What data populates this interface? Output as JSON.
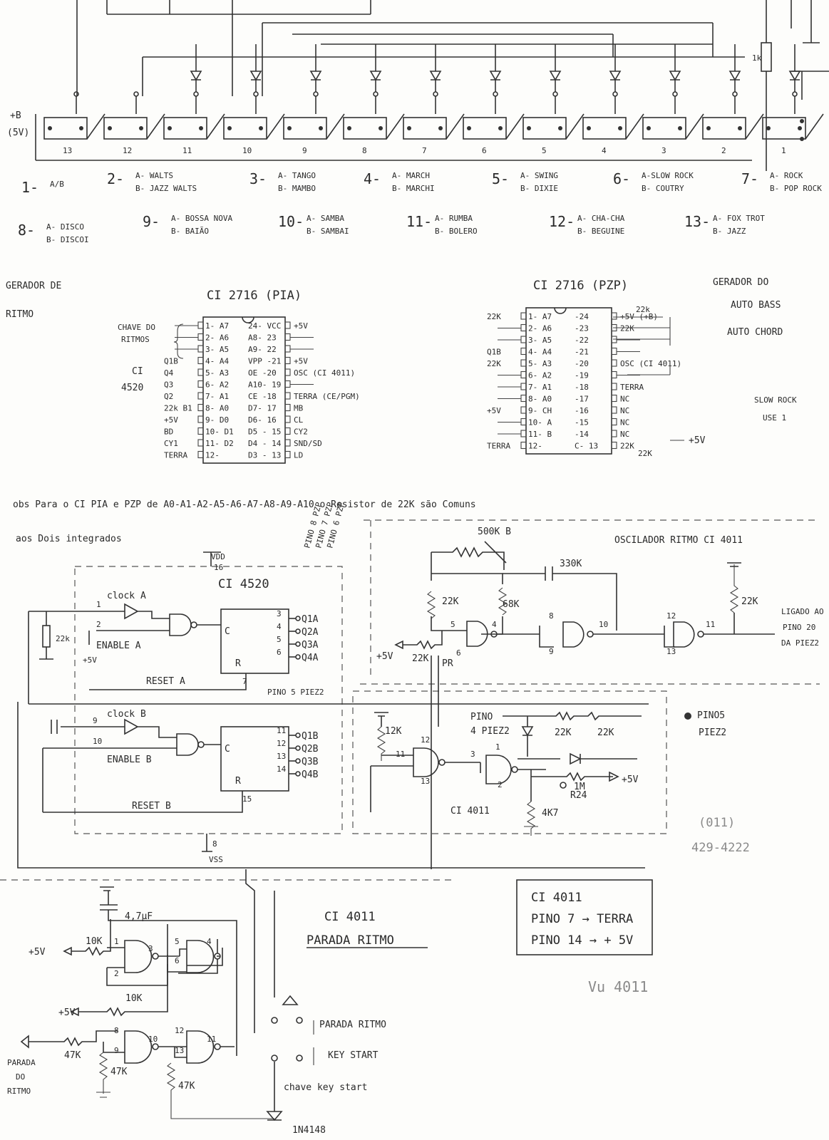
{
  "top_switch_bank": {
    "supply_label": "+B",
    "supply_voltage": "(5V)",
    "switch_numbers": [
      "13",
      "12",
      "11",
      "10",
      "9",
      "8",
      "7",
      "6",
      "5",
      "4",
      "3",
      "2",
      "1"
    ],
    "top_pot_label": "1k"
  },
  "rhythm_list": [
    {
      "num": "1-",
      "a": "A/B",
      "b": ""
    },
    {
      "num": "2-",
      "a": "A- WALTS",
      "b": "B- JAZZ WALTS"
    },
    {
      "num": "3-",
      "a": "A- TANGO",
      "b": "B- MAMBO"
    },
    {
      "num": "4-",
      "a": "A- MARCH",
      "b": "B- MARCHI"
    },
    {
      "num": "5-",
      "a": "A- SWING",
      "b": "B- DIXIE"
    },
    {
      "num": "6-",
      "a": "A-SLOW ROCK",
      "b": "B- COUTRY"
    },
    {
      "num": "7-",
      "a": "A- ROCK",
      "b": "B- POP ROCK"
    },
    {
      "num": "8-",
      "a": "A- DISCO",
      "b": "B- DISCOI"
    },
    {
      "num": "9-",
      "a": "A- BOSSA NOVA",
      "b": "B- BAIÃO"
    },
    {
      "num": "10-",
      "a": "A- SAMBA",
      "b": "B- SAMBAI"
    },
    {
      "num": "11-",
      "a": "A- RUMBA",
      "b": "B- BOLERO"
    },
    {
      "num": "12-",
      "a": "A- CHA-CHA",
      "b": "B- BEGUINE"
    },
    {
      "num": "13-",
      "a": "A- FOX TROT",
      "b": "B- JAZZ"
    }
  ],
  "left_title": [
    "GERADOR DE",
    "RITMO"
  ],
  "right_title": [
    "GERADOR DO",
    "AUTO BASS",
    "AUTO CHORD"
  ],
  "slow_rock_note": [
    "SLOW ROCK",
    "USE 1"
  ],
  "pia": {
    "title": "CI 2716 (PIA)",
    "left_note": [
      "CHAVE DO",
      "RITMOS"
    ],
    "left_ci": [
      "CI",
      "4520"
    ],
    "left_pins": [
      "1- A7",
      "2- A6",
      "3- A5",
      "4- A4",
      "5- A3",
      "6- A2",
      "7- A1",
      "8- A0",
      "9- D0",
      "10- D1",
      "11- D2",
      "12-"
    ],
    "right_pins": [
      "24- VCC",
      "A8- 23",
      "A9- 22",
      "VPP -21",
      "OE -20",
      "A10- 19",
      "CE -18",
      "D7- 17",
      "D6- 16",
      "D5 - 15",
      "D4 - 14",
      "D3 - 13"
    ],
    "left_signals": [
      "",
      "",
      "",
      "Q1B",
      "Q4",
      "Q3",
      "Q2",
      "22k B1",
      "+5V",
      "BD",
      "CY1",
      "TERRA"
    ],
    "right_signals": [
      "+5V",
      "",
      "",
      "+5V",
      "OSC (CI 4011)",
      "",
      "TERRA (CE/PGM)",
      "MB",
      "CL",
      "CY2",
      "SND/SD",
      "LD"
    ]
  },
  "pzp": {
    "title": "CI 2716 (PZP)",
    "left_pins": [
      "1- A7",
      "2- A6",
      "3- A5",
      "4- A4",
      "5- A3",
      "6- A2",
      "7- A1",
      "8- A0",
      "9- CH",
      "10- A",
      "11- B",
      "12-"
    ],
    "right_pins": [
      "-24",
      "-23",
      "-22",
      "-21",
      "-20",
      "-19",
      "-18",
      "-17",
      "-16",
      "-15",
      "-14",
      "C- 13"
    ],
    "left_signals": [
      "22K",
      "",
      "",
      "Q1B",
      "22K",
      "",
      "",
      "",
      "+5V",
      "",
      "",
      "TERRA"
    ],
    "right_signals": [
      "+5V (+B)",
      "22K",
      "",
      "",
      "OSC (CI 4011)",
      "",
      "TERRA",
      "NC",
      "NC",
      "NC",
      "NC",
      "22K"
    ],
    "r_22k_top": "22k",
    "r_22k_bottom": "22K",
    "plus5": "+5V"
  },
  "note_text": "obs Para o CI PIA e PZP de A0-A1-A2-A5-A6-A7-A8-A9-A10 o Resistor de 22K são Comuns aos Dois integrados",
  "ci4520": {
    "title": "CI 4520",
    "vdd": "VDD",
    "vdd_pin": "16",
    "vss": "VSS",
    "vss_pin": "8",
    "rotated_labels": [
      "PINO 8 PZP",
      "PINO 7 PZP",
      "PINO 6 PZP"
    ],
    "clock_a": "clock A",
    "enable_a": "ENABLE A",
    "reset_a": "RESET A",
    "clock_b": "clock B",
    "enable_b": "ENABLE B",
    "reset_b": "RESET B",
    "outputs_a": [
      "Q1A",
      "Q2A",
      "Q3A",
      "Q4A"
    ],
    "outputs_b": [
      "Q1B",
      "Q2B",
      "Q3B",
      "Q4B"
    ],
    "pins_a": [
      "1",
      "2",
      "7",
      "3",
      "4",
      "5",
      "6"
    ],
    "pins_b": [
      "9",
      "10",
      "15",
      "11",
      "12",
      "13",
      "14"
    ],
    "r_label": "22k",
    "plus5": "+5V",
    "pino5": "PINO 5 PIEZ2"
  },
  "oscillator": {
    "title": "OSCILADOR RITMO CI 4011",
    "pot": "500K B",
    "cap": "330K",
    "r1": "22K",
    "r2": "68K",
    "r3": "22K",
    "r_out": "22K",
    "out_label": [
      "LIGADO AO",
      "PINO 20",
      "DA PIEZ2"
    ],
    "plus5": "+5V",
    "pr": "PR",
    "pins": [
      "5",
      "4",
      "6",
      "8",
      "9",
      "10",
      "12",
      "13",
      "11"
    ]
  },
  "ci4011_mid": {
    "label": "CI 4011",
    "pino4": [
      "PINO",
      "4 PIEZ2"
    ],
    "pino5": [
      "PINO5",
      "PIEZ2"
    ],
    "r1": "22K",
    "r2": "22K",
    "r12k": "12K",
    "r1m": "1M",
    "r4k7": "4K7",
    "r24": "R24",
    "plus5": "+5V",
    "pins": [
      "12",
      "13",
      "11",
      "3",
      "1",
      "2"
    ]
  },
  "phone": [
    "(011)",
    "429-4222"
  ],
  "info_box": [
    "CI 4011",
    "PINO 7 → TERRA",
    "PINO 14 → + 5V"
  ],
  "scribble": "Vu 4011",
  "parada": {
    "title": [
      "CI 4011",
      "PARADA RITMO"
    ],
    "cap": "4,7µF",
    "r10k_a": "10K",
    "r10k_b": "10K",
    "r47k_a": "47K",
    "r47k_b": "47K",
    "r47k_c": "47K",
    "plus5_a": "+5V",
    "plus5_b": "+5V",
    "input_label": [
      "PARADA",
      "DO",
      "RITMO"
    ],
    "switch1": "PARADA RITMO",
    "switch2": "KEY START",
    "switch_label": "chave key start",
    "diode": "1N4148",
    "pins": [
      "1",
      "2",
      "3",
      "5",
      "6",
      "4",
      "8",
      "9",
      "10",
      "12",
      "13",
      "11"
    ]
  }
}
